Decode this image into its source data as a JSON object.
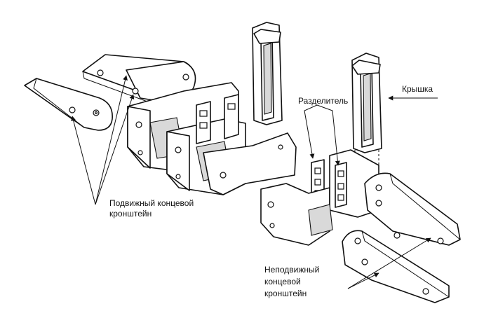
{
  "labels": {
    "movable_bracket_line1": "Подвижный концевой",
    "movable_bracket_line2": "кронштейн",
    "fixed_bracket_line1": "Неподвижный",
    "fixed_bracket_line2": "концевой",
    "fixed_bracket_line3": "кронштейн",
    "separator": "Разделитель",
    "cover": "Крышка"
  },
  "colors": {
    "ink": "#111111",
    "background": "#ffffff"
  }
}
